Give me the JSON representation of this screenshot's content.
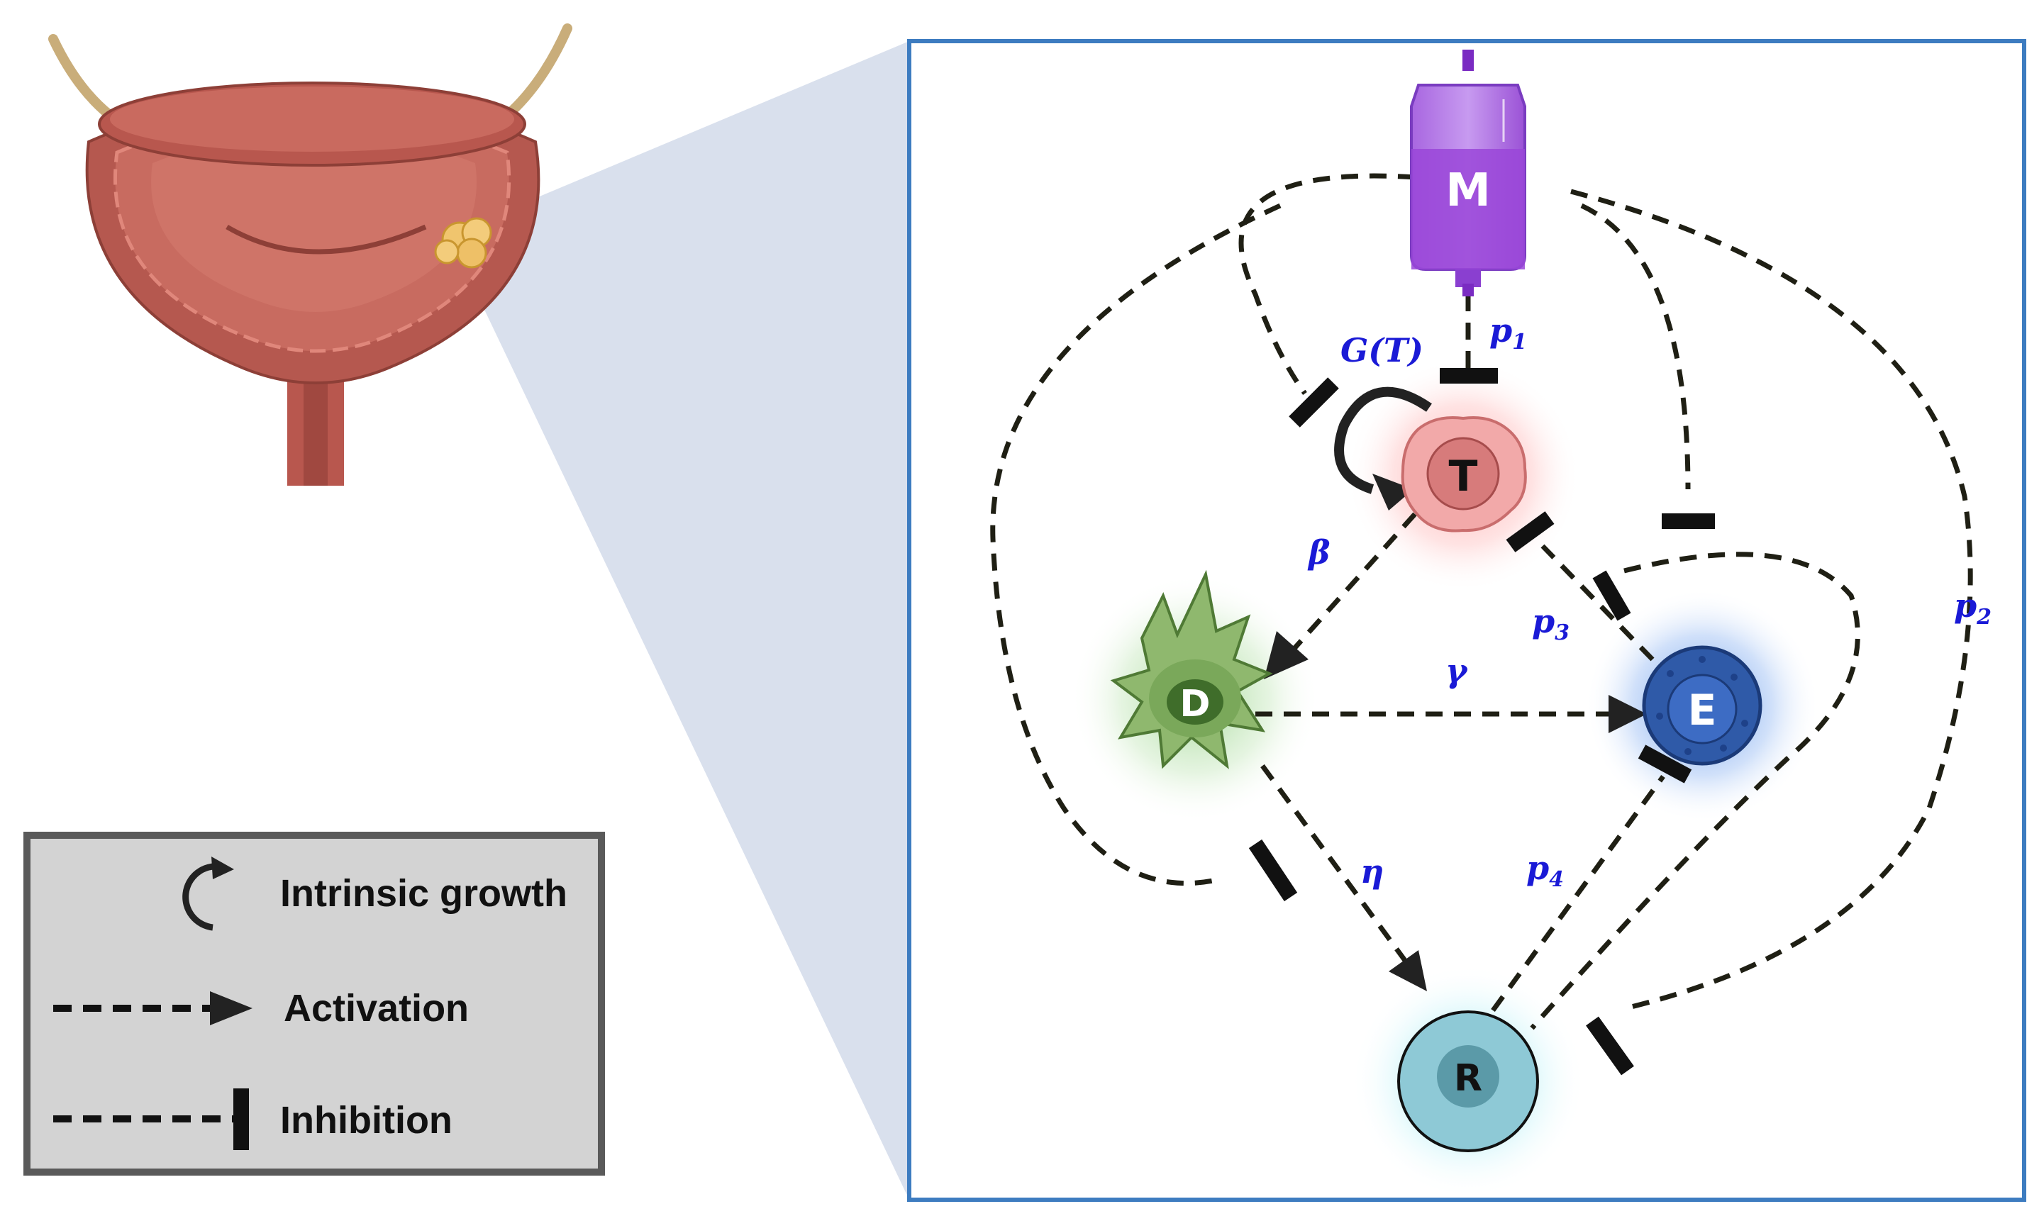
{
  "diagram": {
    "nodes": {
      "M": {
        "letter": "M"
      },
      "T": {
        "letter": "T"
      },
      "D": {
        "letter": "D"
      },
      "E": {
        "letter": "E"
      },
      "R": {
        "letter": "R"
      }
    },
    "params": {
      "p1": {
        "base": "p",
        "sub": "1"
      },
      "p2": {
        "base": "p",
        "sub": "2"
      },
      "p3": {
        "base": "p",
        "sub": "3"
      },
      "p4": {
        "base": "p",
        "sub": "4"
      },
      "GT": "G(T)",
      "beta": "β",
      "gamma": "γ",
      "eta": "η"
    },
    "legend": {
      "intrinsic": "Intrinsic growth",
      "activation": "Activation",
      "inhibition": "Inhibition"
    },
    "colors": {
      "frame": "#3d7cc0",
      "line": "#1f1f14",
      "param": "#1a1ad6",
      "tumor": "#e88a8a",
      "dendritic": "#4f8a3a",
      "effector": "#2f5aa8",
      "regulatory": "#8ec9d6",
      "drug": "#9b59d6",
      "bladder": "#b5584f"
    }
  }
}
